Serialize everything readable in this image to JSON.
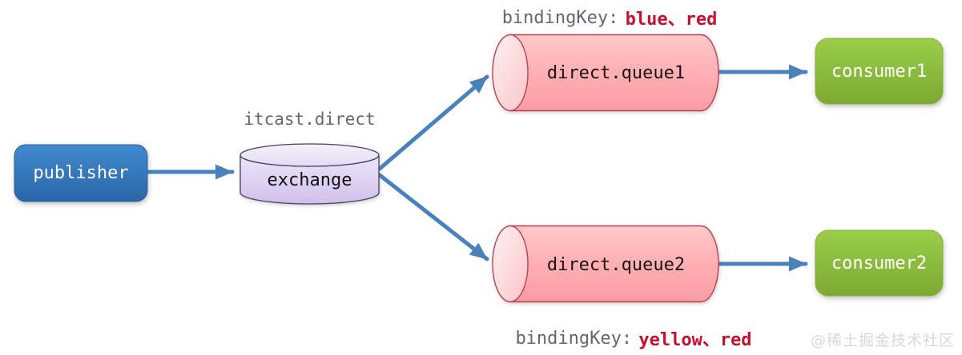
{
  "nodes": {
    "publisher": {
      "label": "publisher"
    },
    "exchange": {
      "label": "exchange",
      "caption": "itcast.direct"
    },
    "queue1": {
      "label": "direct.queue1"
    },
    "queue2": {
      "label": "direct.queue2"
    },
    "consumer1": {
      "label": "consumer1"
    },
    "consumer2": {
      "label": "consumer2"
    }
  },
  "bindings": {
    "top": {
      "prefix": "bindingKey:",
      "keys": "blue、red"
    },
    "bottom": {
      "prefix": "bindingKey:",
      "keys": "yellow、red"
    }
  },
  "edges": [
    {
      "from": "publisher",
      "to": "exchange"
    },
    {
      "from": "exchange",
      "to": "direct.queue1"
    },
    {
      "from": "exchange",
      "to": "direct.queue2"
    },
    {
      "from": "direct.queue1",
      "to": "consumer1"
    },
    {
      "from": "direct.queue2",
      "to": "consumer2"
    }
  ],
  "watermark": "@稀土掘金技术社区",
  "colors": {
    "arrow": "#4a81bd",
    "publisher_fill": "#2f6fb4",
    "exchange_fill": "#ddd0f0",
    "queue_fill": "#ffb3b7",
    "queue_stroke": "#bb4054",
    "consumer_fill": "#8aba3e",
    "binding_key_red": "#c1122f",
    "caption_gray": "#63666c"
  }
}
